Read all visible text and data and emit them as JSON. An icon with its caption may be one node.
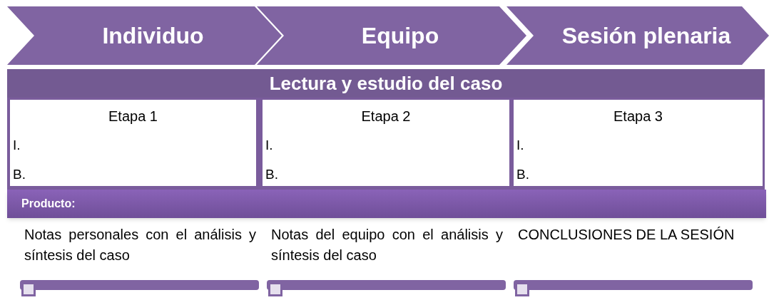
{
  "diagram": {
    "nodes": [
      {
        "text": [
          "Individuo"
        ]
      },
      {
        "text": [
          "Equipo"
        ]
      },
      {
        "text": [
          "Sesión plenaria"
        ]
      },
      {
        "text": [
          "Lectura y estudio del caso"
        ]
      },
      {
        "text": [
          "Etapa 1",
          "I.",
          "B."
        ]
      },
      {
        "text": [
          "Etapa 2",
          "I.",
          "B."
        ]
      },
      {
        "text": [
          "Etapa 3",
          "I.",
          "B."
        ]
      },
      {
        "text": [
          "Producto:"
        ]
      }
    ],
    "labels": [
      "Notas personales con el análisis y síntesis del caso",
      "Notas del equipo con el análisis y síntesis del caso",
      "CONCLUSIONES DE LA SESIÓN"
    ]
  }
}
